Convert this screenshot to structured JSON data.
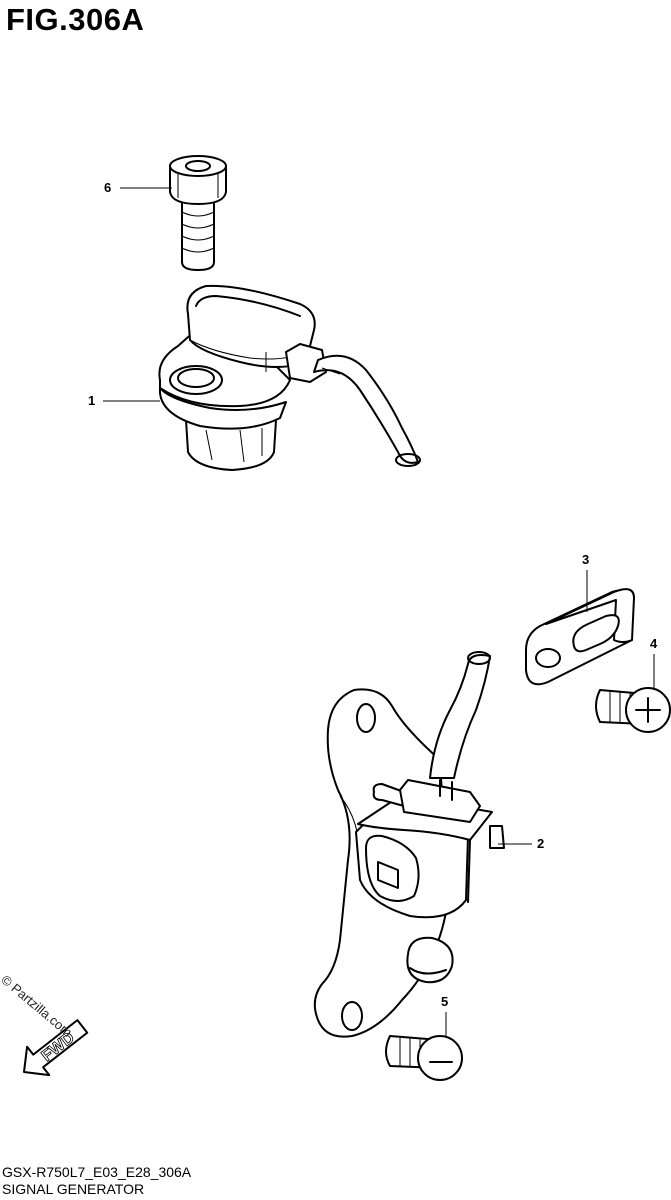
{
  "figure": {
    "title": "FIG.306A",
    "code": "GSX-R750L7_E03_E28_306A",
    "name": "SIGNAL GENERATOR"
  },
  "watermark": "© Partzilla.com",
  "direction_badge": "FWD",
  "callouts": [
    {
      "number": "1"
    },
    {
      "number": "2"
    },
    {
      "number": "3"
    },
    {
      "number": "4"
    },
    {
      "number": "5"
    },
    {
      "number": "6"
    }
  ]
}
